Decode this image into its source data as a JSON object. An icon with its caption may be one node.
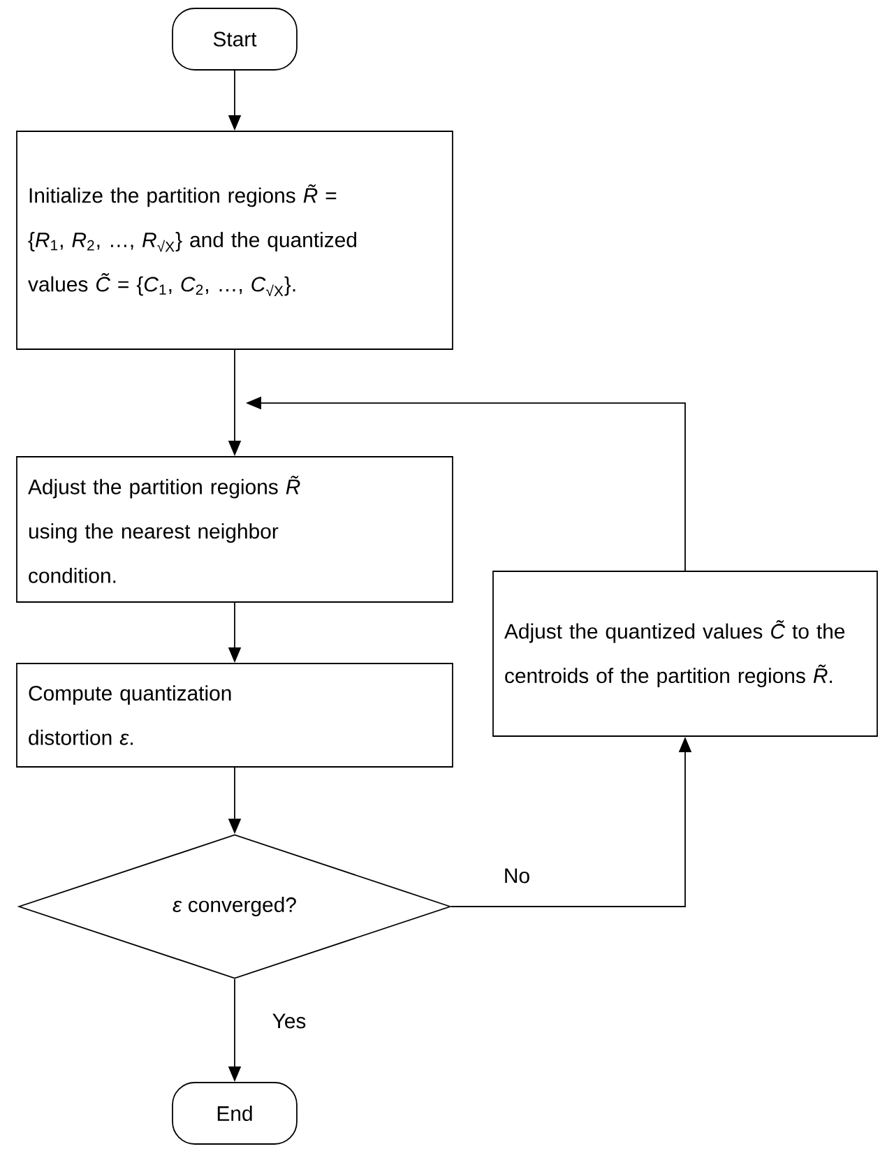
{
  "diagram": {
    "nodes": [
      {
        "text": [
          "Start"
        ]
      },
      {
        "text": [
          "Initialize the partition regions *R̃* = {*R*$_{1}$, *R*$_{2}$, …, *R*$_{√X}$} and the quantized values *C̃* = {*C*$_{1}$, *C*$_{2}$, …, *C*$_{√X}$}."
        ]
      },
      {
        "text": [
          "Adjust the partition regions *R̃* using the nearest neighbor condition."
        ]
      },
      {
        "text": [
          "Compute quantization distortion *ε*."
        ]
      },
      {
        "text": [
          "*ε* converged?"
        ]
      },
      {
        "text": [
          "End"
        ]
      },
      {
        "text": [
          "Adjust the quantized values *C̃* to the centroids of the partition regions *R̃*."
        ]
      }
    ],
    "edges": [
      {
        "from": 0,
        "to": 1,
        "arrow": "to"
      },
      {
        "from": 1,
        "to": 2,
        "arrow": "to"
      },
      {
        "from": 2,
        "to": 3,
        "arrow": "to"
      },
      {
        "from": 3,
        "to": 4,
        "arrow": "to"
      },
      {
        "from": 4,
        "to": 6,
        "arrow": "to",
        "label": "No"
      },
      {
        "from": 4,
        "to": 5,
        "arrow": "to",
        "label": "Yes"
      },
      {
        "from": 6,
        "to": 2,
        "arrow": "to"
      }
    ]
  }
}
